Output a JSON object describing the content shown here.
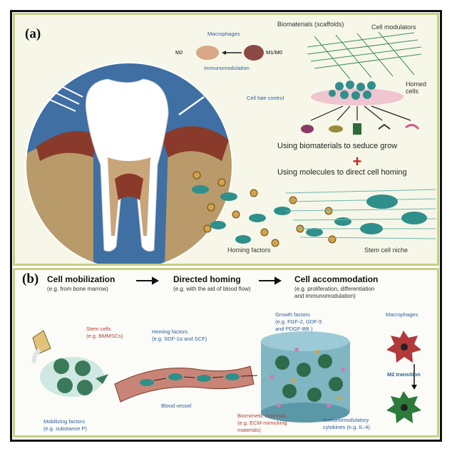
{
  "panel_a": {
    "label": "(a)",
    "macrophages": "Macrophages",
    "m2": "M2",
    "m1m0": "M1/M0",
    "immunomodulation": "Immunomodulation",
    "biomaterials": "Biomaterials (scaffolds)",
    "cell_modulators": "Cell modulators",
    "homed_cells": "Homed\ncells",
    "cell_fate_control": "Cell fate control",
    "line1": "Using biomaterials to seduce grow",
    "plus": "+",
    "line2": "Using molecules to direct cell homing",
    "homing_factors": "Homing factors",
    "stem_cell_niche": "Stem cell niche"
  },
  "panel_b": {
    "label": "(b)",
    "step1_title": "Cell mobilization",
    "step1_sub": "(e.g. from bone marrow)",
    "step2_title": "Directed homing",
    "step2_sub": "(e.g. with the aid of blood flow)",
    "step3_title": "Cell accommodation",
    "step3_sub": "(e.g. proliferation, differentiation",
    "step3_sub2": "and immunomodulation)",
    "stem_cells": "Stem cells",
    "stem_cells_eg": "(e.g. BMMSCs)",
    "homing_factors": "Homing factors",
    "homing_factors_eg": "(e.g. SDF-1α and SCF)",
    "growth_factors": "Growth factors",
    "growth_factors_eg1": "(e.g. FGF-2, GDF-5",
    "growth_factors_eg2": "and PDGF-BB )",
    "macrophages": "Macrophages",
    "m2_transition": "M2 transition",
    "blood_vessel": "Blood vessel",
    "mobilizing_factors": "Mobilizing factors",
    "mobilizing_factors_eg": "(e.g. substance P)",
    "biomimetic": "Biomimetic materials",
    "biomimetic_eg1": "(e.g. ECM-mimicking",
    "biomimetic_eg2": "materials)",
    "immuno": "Immunomodulatory",
    "immuno_eg": "cytokines (e.g. IL-4)"
  },
  "colors": {
    "teal": "#2f8f8a",
    "gum": "#8a3a2a",
    "bone": "#b99a6a",
    "sky": "#3f6fa3",
    "vessel": "#c98478",
    "red_label": "#b0423f"
  }
}
